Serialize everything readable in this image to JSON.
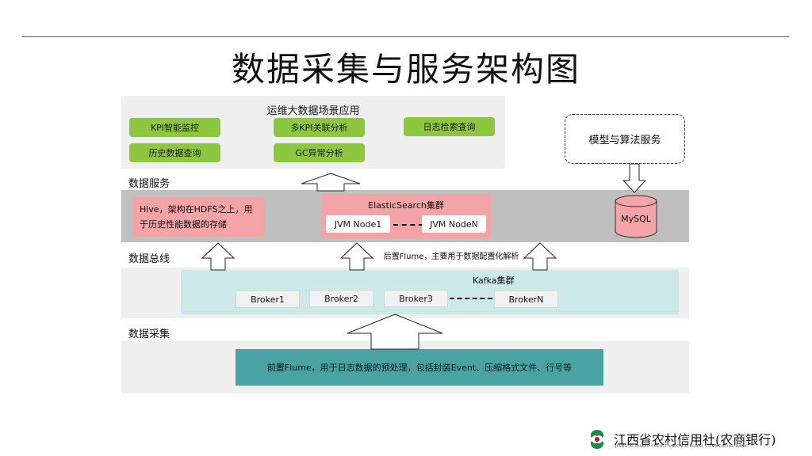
{
  "title": "数据采集与服务架构图",
  "apps": {
    "title": "运维大数据场景应用",
    "buttons": [
      "KPI智能监控",
      "多KPI关联分析",
      "日志检索查询",
      "历史数据查询",
      "GC异常分析"
    ]
  },
  "model_service": "模型与算法服务",
  "layers": {
    "data_service": "数据服务",
    "data_bus": "数据总线",
    "data_collect": "数据采集"
  },
  "hive": "Hive，架构在HDFS之上，用于历史性能数据的存储",
  "es": {
    "title": "ElasticSearch集群",
    "node1": "JVM Node1",
    "nodeN": "JVM NodeN"
  },
  "mysql": "MySQL",
  "post_flume": "后置Flume，主要用于数据配置化解析",
  "kafka": {
    "title": "Kafka集群",
    "brokers": [
      "Broker1",
      "Broker2",
      "Broker3",
      "BrokerN"
    ]
  },
  "pre_flume": "前置Flume，用于日志数据的预处理，包括封装Event、压缩格式文件、行号等",
  "logo": {
    "name": "江西省农村信用社(农商银行)",
    "sub": "JIANG XI RURAL CREDIT UNION & RURAL COMMERCIAL BANK"
  },
  "colors": {
    "green": "#8dc63f",
    "pink": "#f4a3a7",
    "kafka": "#cce8e8",
    "teal": "#4aa3a3",
    "gray_band": "#bfbfbf"
  }
}
